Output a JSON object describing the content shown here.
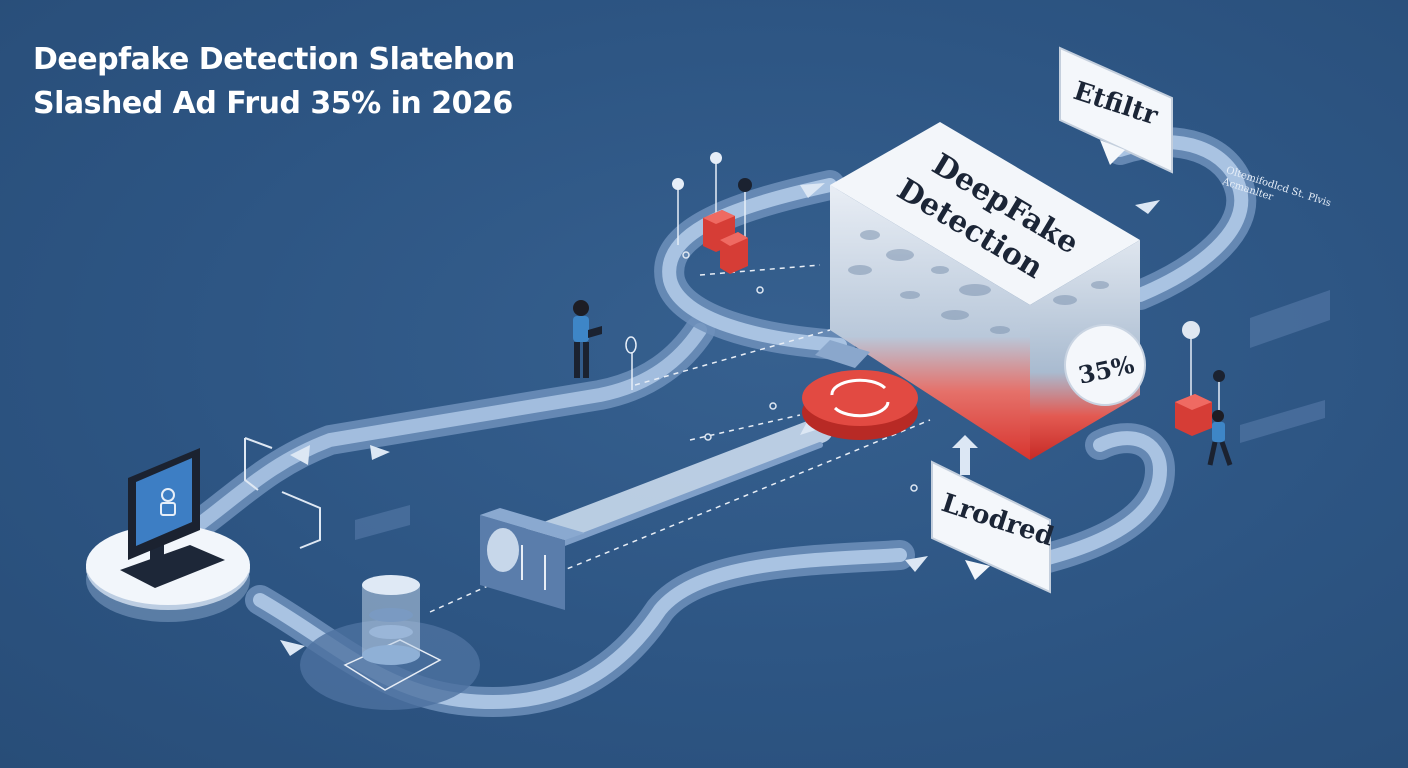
{
  "headline": {
    "line1": "Deepfake Detection Slatehon",
    "line2": "Slashed Ad Frud 35% in 2026"
  },
  "detection_block": {
    "label_line1": "DeepFake",
    "label_line2": "Detection",
    "percent_badge": "35%"
  },
  "callouts": {
    "top_right": "Etfiltr",
    "bottom_right": "Lrodred"
  },
  "side_note": {
    "line1": "Oltemifodlcd St. Plvis",
    "line2": "Acmanlter"
  },
  "colors": {
    "background": "#2e5684",
    "pipe": "#8faed4",
    "accent_red": "#e2463f",
    "block_white": "#eef2f7",
    "dark_navy": "#1c2a3e"
  }
}
